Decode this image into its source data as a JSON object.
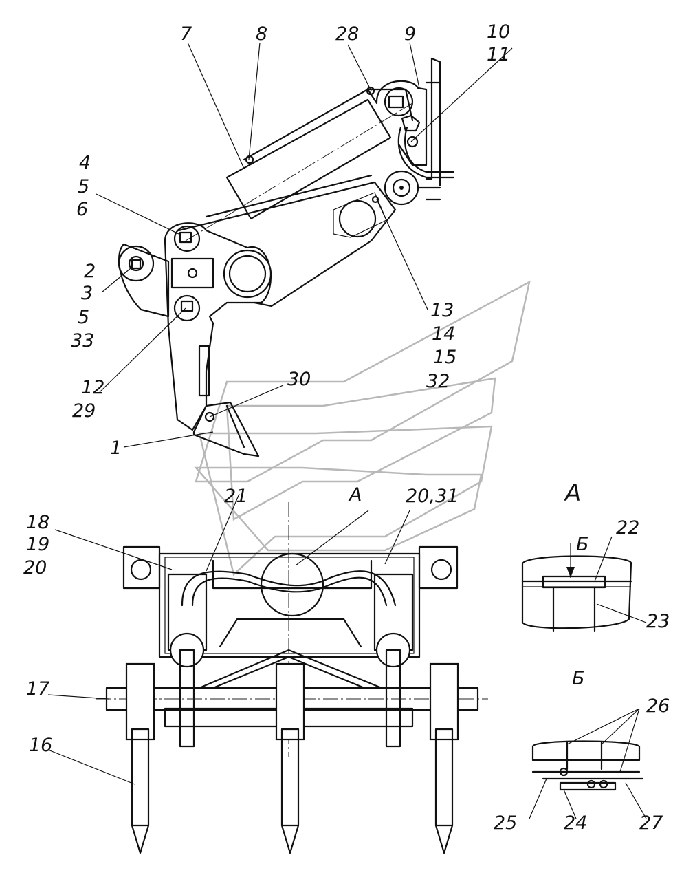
{
  "diagram": {
    "callouts": [
      {
        "id": "c7",
        "text": "7"
      },
      {
        "id": "c8",
        "text": "8"
      },
      {
        "id": "c28",
        "text": "28"
      },
      {
        "id": "c9",
        "text": "9"
      },
      {
        "id": "c10",
        "text": "10"
      },
      {
        "id": "c11",
        "text": "11"
      },
      {
        "id": "c4",
        "text": "4"
      },
      {
        "id": "c5a",
        "text": "5"
      },
      {
        "id": "c6",
        "text": "6"
      },
      {
        "id": "c2",
        "text": "2"
      },
      {
        "id": "c3",
        "text": "3"
      },
      {
        "id": "c5b",
        "text": "5"
      },
      {
        "id": "c33",
        "text": "33"
      },
      {
        "id": "c13",
        "text": "13"
      },
      {
        "id": "c14",
        "text": "14"
      },
      {
        "id": "c15",
        "text": "15"
      },
      {
        "id": "c32",
        "text": "32"
      },
      {
        "id": "c12",
        "text": "12"
      },
      {
        "id": "c29",
        "text": "29"
      },
      {
        "id": "c30",
        "text": "30"
      },
      {
        "id": "c1",
        "text": "1"
      },
      {
        "id": "c21",
        "text": "21"
      },
      {
        "id": "cA",
        "text": "A"
      },
      {
        "id": "c2031",
        "text": "20,31"
      },
      {
        "id": "c18",
        "text": "18"
      },
      {
        "id": "c19",
        "text": "19"
      },
      {
        "id": "c20",
        "text": "20"
      },
      {
        "id": "c17",
        "text": "17"
      },
      {
        "id": "c16",
        "text": "16"
      },
      {
        "id": "c22",
        "text": "22"
      },
      {
        "id": "c23",
        "text": "23"
      },
      {
        "id": "c26",
        "text": "26"
      },
      {
        "id": "c25",
        "text": "25"
      },
      {
        "id": "c24",
        "text": "24"
      },
      {
        "id": "c27",
        "text": "27"
      }
    ],
    "view_a": {
      "title": "A",
      "marker": "Б"
    },
    "view_b": {
      "title": "Б"
    }
  }
}
